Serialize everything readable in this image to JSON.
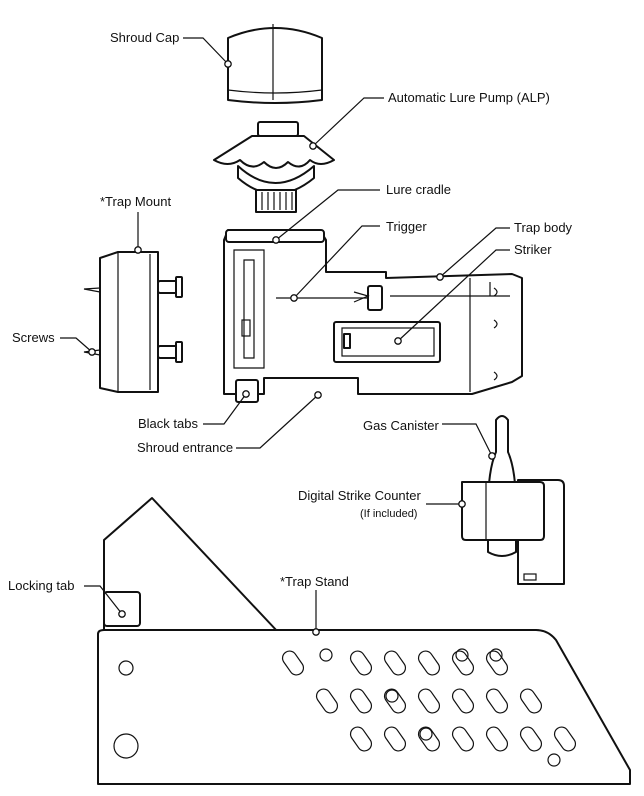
{
  "labels": {
    "shroud_cap": "Shroud Cap",
    "alp": "Automatic Lure Pump (ALP)",
    "trap_mount": "*Trap Mount",
    "lure_cradle": "Lure cradle",
    "trigger": "Trigger",
    "trap_body": "Trap body",
    "striker": "Striker",
    "screws": "Screws",
    "black_tabs": "Black tabs",
    "shroud_entrance": "Shroud entrance",
    "gas_canister": "Gas Canister",
    "digital_strike_counter": "Digital Strike Counter",
    "if_included": "(If included)",
    "locking_tab": "Locking tab",
    "trap_stand": "*Trap Stand"
  }
}
